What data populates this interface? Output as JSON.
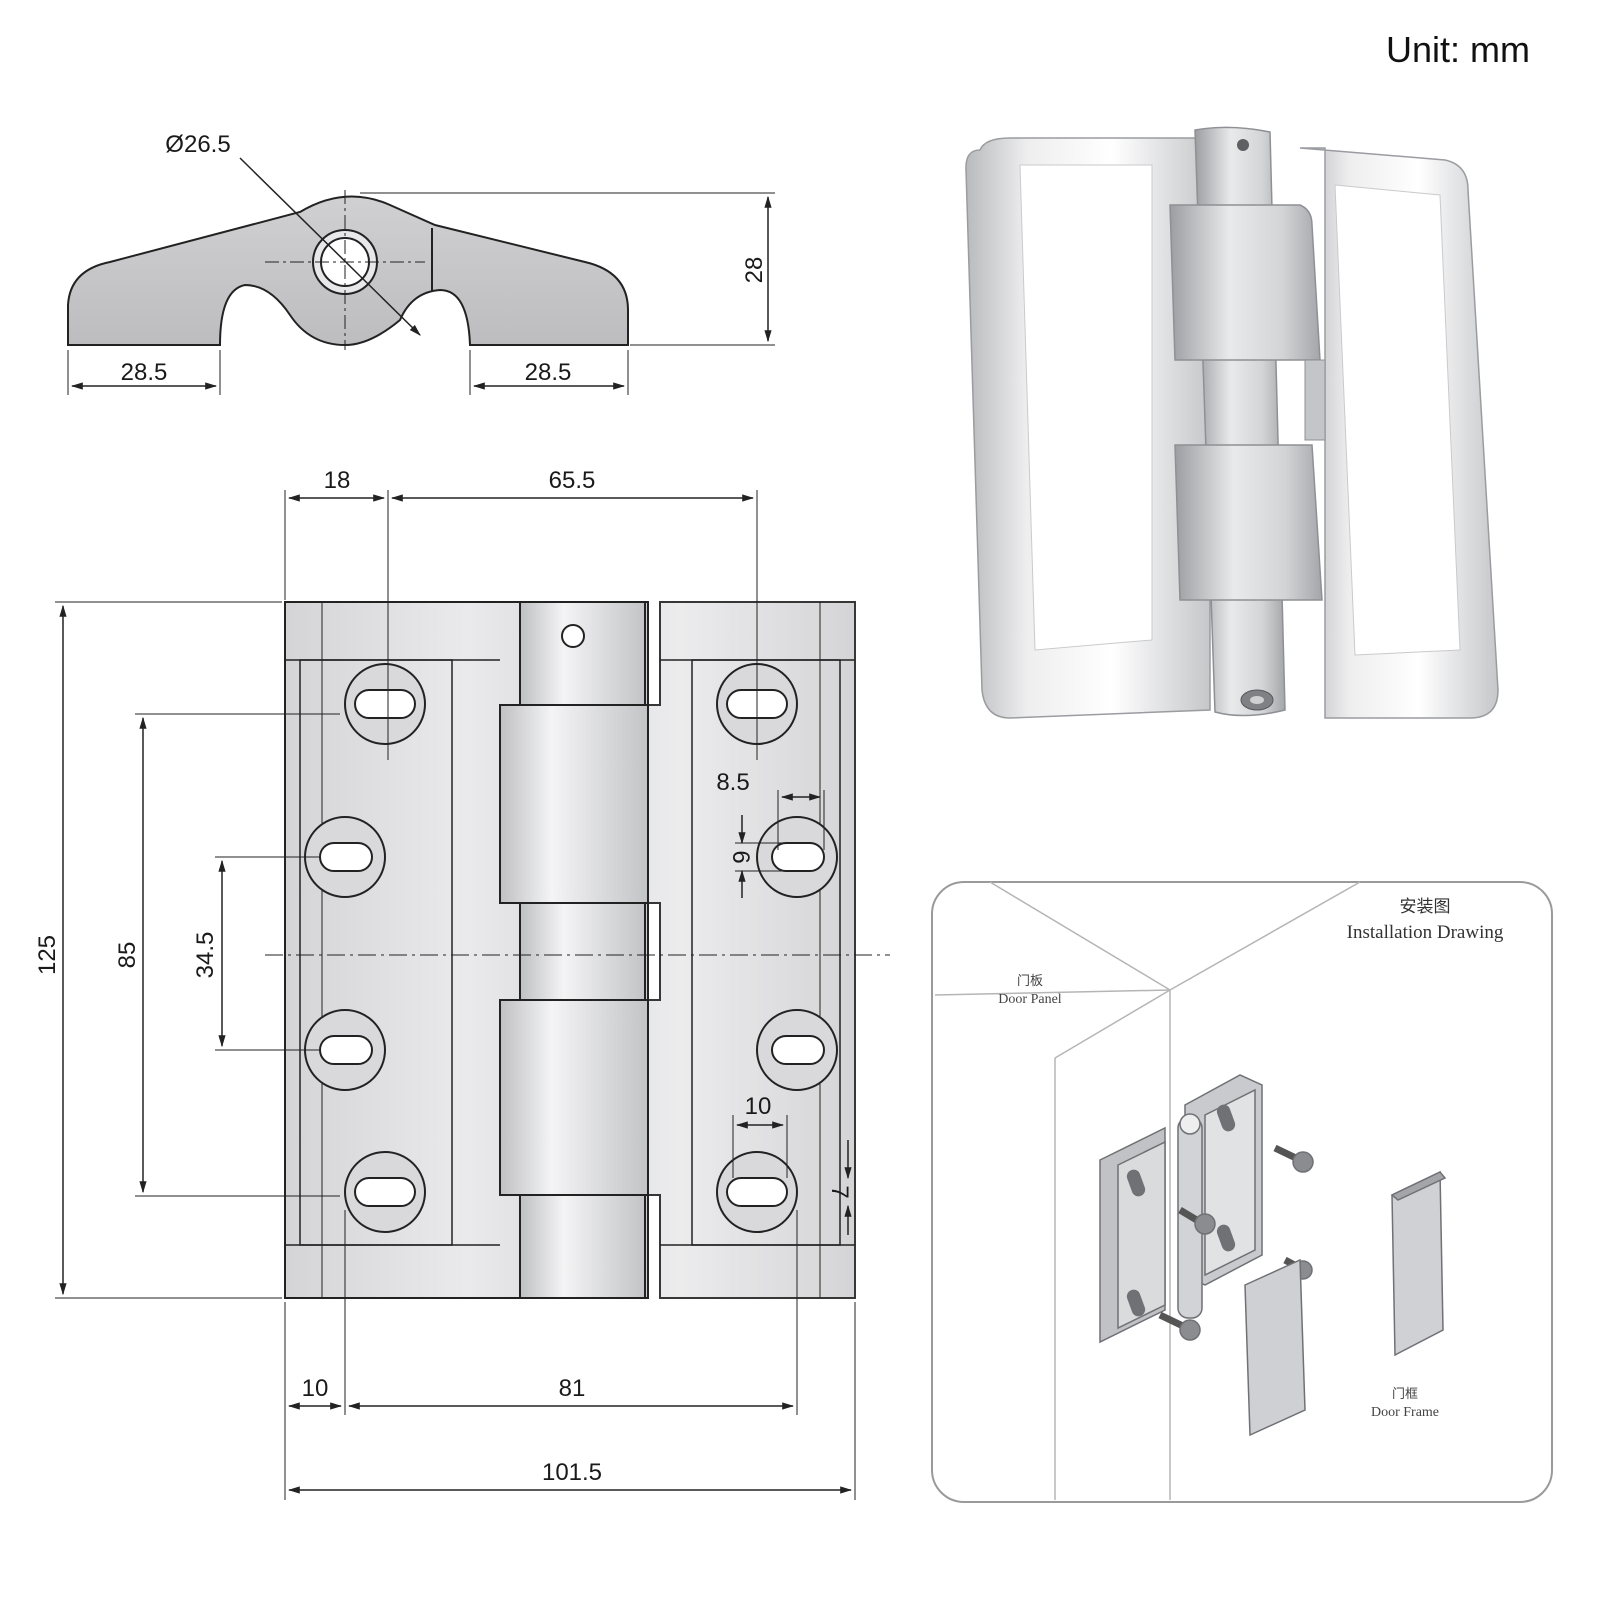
{
  "unit_label": "Unit: mm",
  "top_view": {
    "diameter": "Ø26.5",
    "height": "28",
    "left_width": "28.5",
    "right_width": "28.5"
  },
  "front_view": {
    "top_left": "18",
    "top_span": "65.5",
    "overall_height": "125",
    "hole_span_outer": "85",
    "hole_span_inner": "34.5",
    "slot_length": "8.5",
    "slot_width": "6",
    "slot_spacing": "10",
    "slot_offset": "7",
    "bottom_left": "10",
    "bottom_span": "81",
    "overall_width": "101.5"
  },
  "installation": {
    "title_cn": "安装图",
    "title_en": "Installation Drawing",
    "door_panel_cn": "门板",
    "door_panel_en": "Door Panel",
    "door_frame_cn": "门框",
    "door_frame_en": "Door Frame"
  },
  "colors": {
    "metal_light": "#e8e8ea",
    "metal_mid": "#c9cacd",
    "metal_dark": "#8d8f94",
    "line": "#222222"
  }
}
